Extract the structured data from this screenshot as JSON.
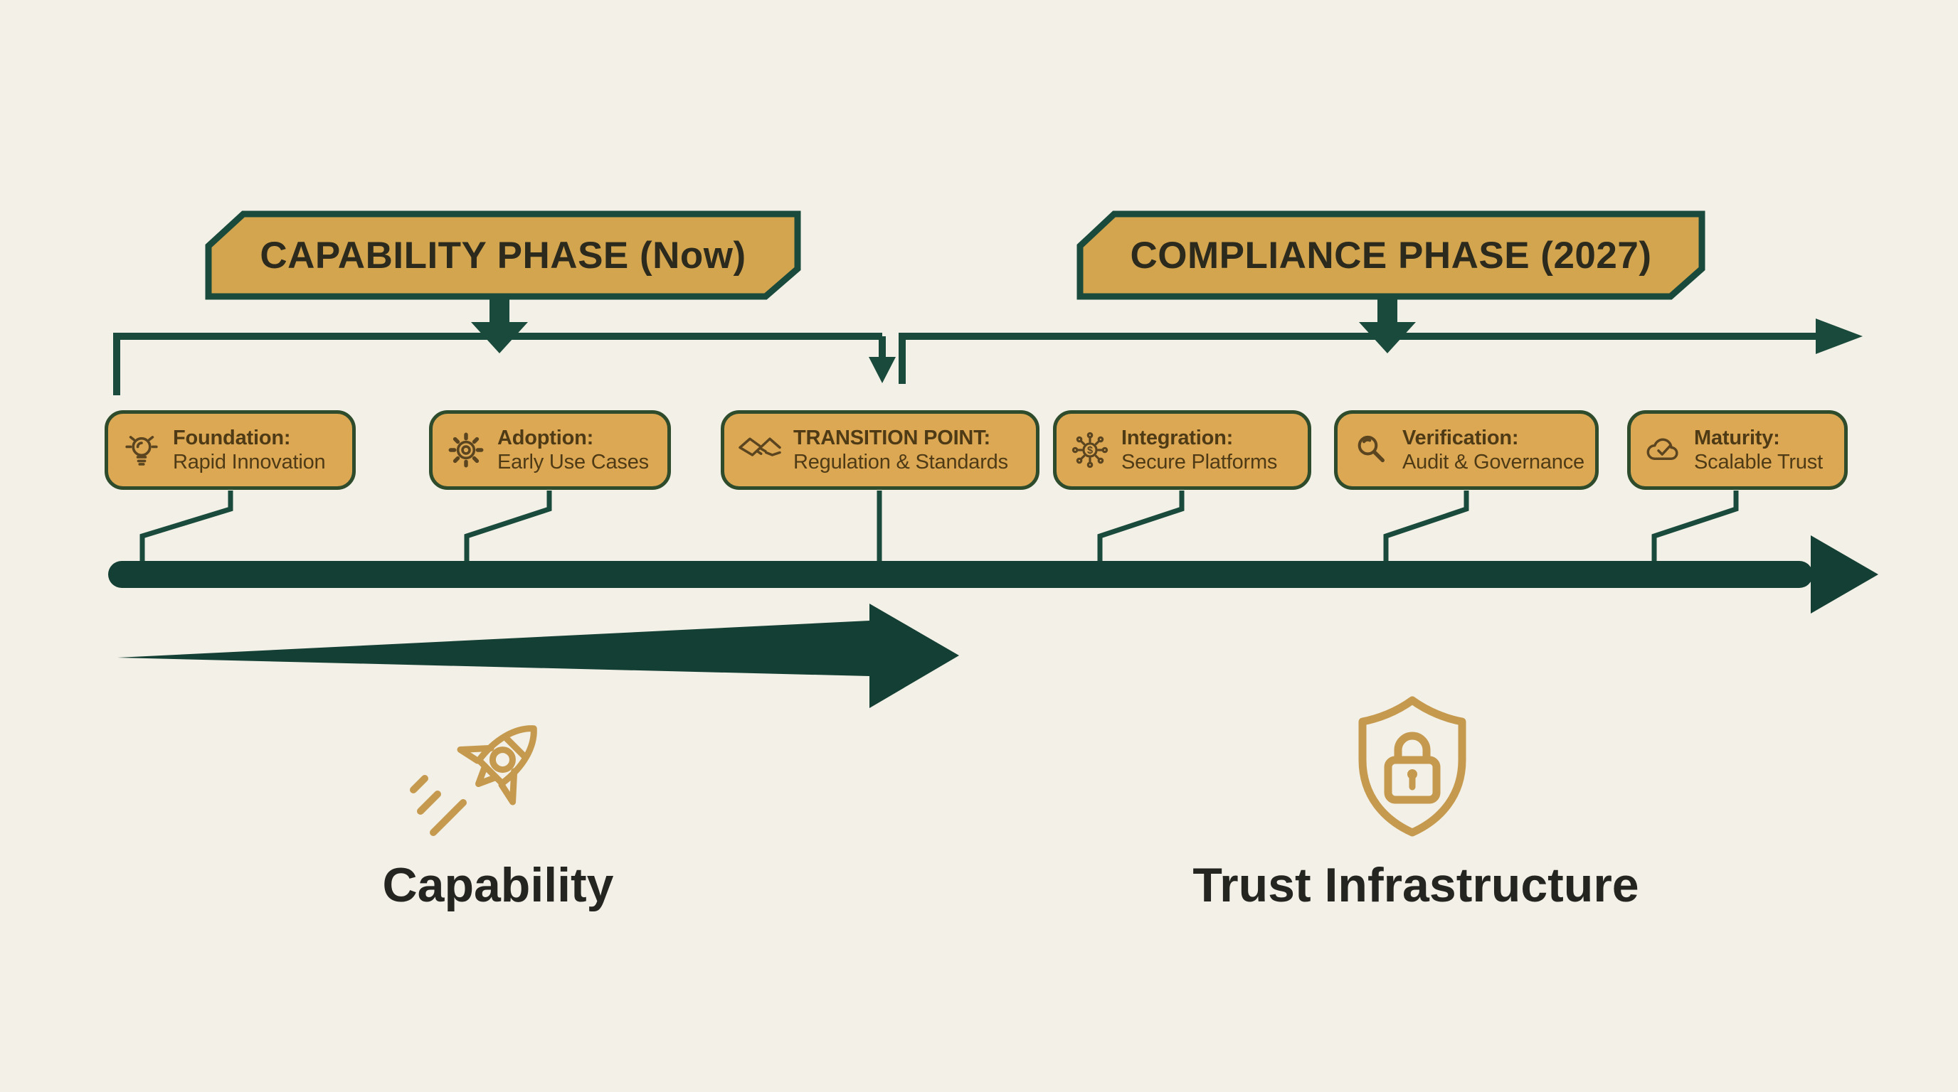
{
  "title": "Capability to Compliance timeline diagram",
  "colors": {
    "background": "#f2f0e7",
    "dark_green": "#1a4a3b",
    "banner_fill": "#d4a54f",
    "box_fill": "#dda854",
    "box_border": "#2e4b2c",
    "box_text": "#4e3b16",
    "icon_brown": "#5a4520",
    "icon_gold": "#c69a4e",
    "label_text": "#242420"
  },
  "banners": [
    {
      "label": "CAPABILITY PHASE (Now)"
    },
    {
      "label": "COMPLIANCE PHASE (2027)"
    }
  ],
  "milestones": [
    {
      "icon": "lightbulb-icon",
      "title": "Foundation:",
      "subtitle": "Rapid Innovation"
    },
    {
      "icon": "gear-icon",
      "title": "Adoption:",
      "subtitle": "Early Use Cases"
    },
    {
      "icon": "handshake-icon",
      "title": "TRANSITION POINT:",
      "subtitle": "Regulation & Standards"
    },
    {
      "icon": "network-dollar-icon",
      "title": "Integration:",
      "subtitle": "Secure Platforms"
    },
    {
      "icon": "magnifier-icon",
      "title": "Verification:",
      "subtitle": "Audit & Governance"
    },
    {
      "icon": "cloud-check-icon",
      "title": "Maturity:",
      "subtitle": "Scalable Trust"
    }
  ],
  "footer": [
    {
      "icon": "rocket-icon",
      "label": "Capability"
    },
    {
      "icon": "shield-lock-icon",
      "label": "Trust Infrastructure"
    }
  ]
}
